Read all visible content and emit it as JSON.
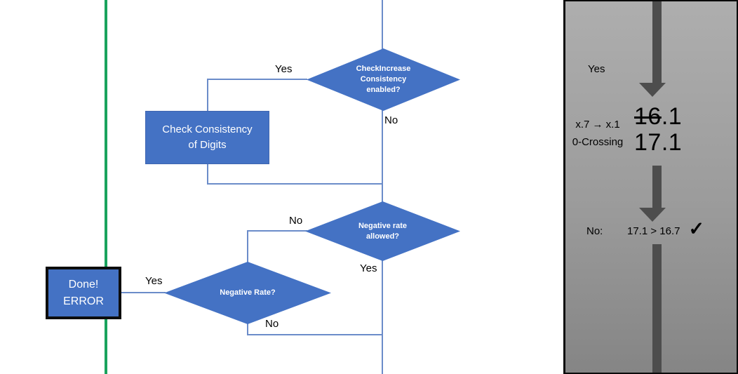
{
  "colors": {
    "shape_blue": "#4472C4",
    "connector_blue": "#6b8cc9",
    "divider_green": "#1aa35d",
    "panel_arrow_gray": "#4d4d4d",
    "panel_bg_top": "#aeaeae",
    "panel_bg_bottom": "#858585"
  },
  "flowchart": {
    "decision_check_increase": {
      "label": "CheckIncrease\nConsistency\nenabled?",
      "yes_label": "Yes",
      "no_label": "No"
    },
    "process_check_consistency": {
      "label": "Check Consistency\nof Digits"
    },
    "decision_negative_rate_allowed": {
      "label": "Negative rate\nallowed?",
      "no_label": "No",
      "yes_label": "Yes"
    },
    "decision_negative_rate": {
      "label": "Negative Rate?",
      "yes_label": "Yes",
      "no_label": "No"
    },
    "terminator_done_error": {
      "label": "Done!\nERROR"
    }
  },
  "panel": {
    "yes_label": "Yes",
    "rule": {
      "line1": "x.7 → x.1",
      "line2": "0-Crossing"
    },
    "values": {
      "old_struck": "16",
      "old_rest": ".1",
      "new": "17.1"
    },
    "result": {
      "no_label": "No:",
      "comparison": "17.1 > 16.7",
      "check_mark": "✓"
    }
  }
}
